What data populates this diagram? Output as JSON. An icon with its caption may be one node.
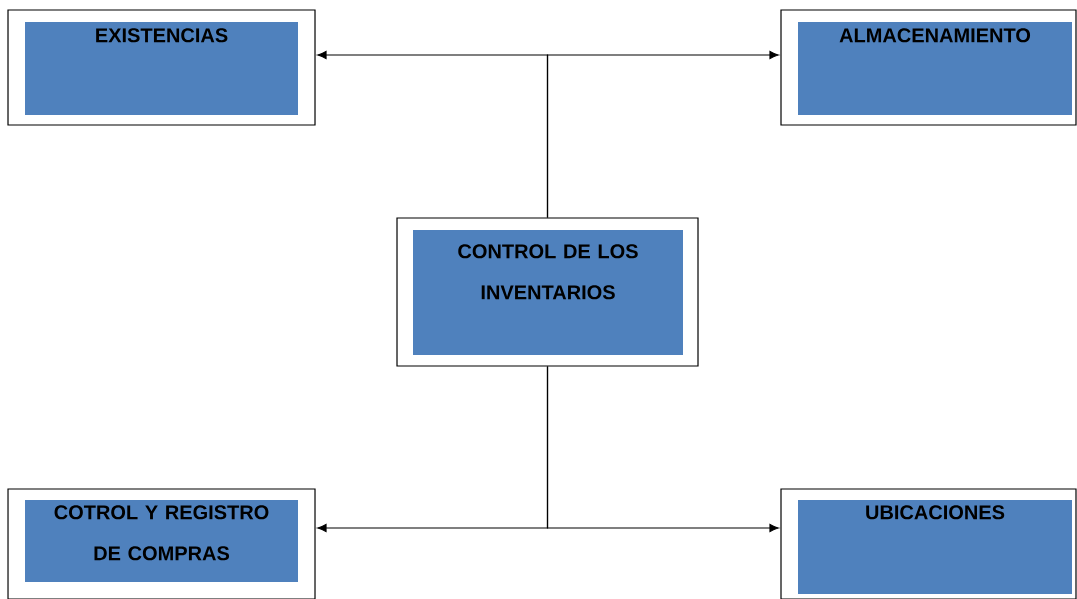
{
  "diagram": {
    "nodes": [
      {
        "text": [
          "EXISTENCIAS"
        ]
      },
      {
        "text": [
          "ALMACENAMIENTO"
        ]
      },
      {
        "text": [
          "CONTROL DE LOS INVENTARIOS"
        ]
      },
      {
        "text": [
          "COTROL Y REGISTRO DE COMPRAS"
        ]
      },
      {
        "text": [
          "UBICACIONES"
        ]
      }
    ],
    "edges": [
      {
        "from": 2,
        "to": 0,
        "arrow": "to"
      },
      {
        "from": 2,
        "to": 1,
        "arrow": "to"
      },
      {
        "from": 2,
        "to": 3,
        "arrow": "to"
      },
      {
        "from": 2,
        "to": 4,
        "arrow": "to"
      }
    ]
  }
}
